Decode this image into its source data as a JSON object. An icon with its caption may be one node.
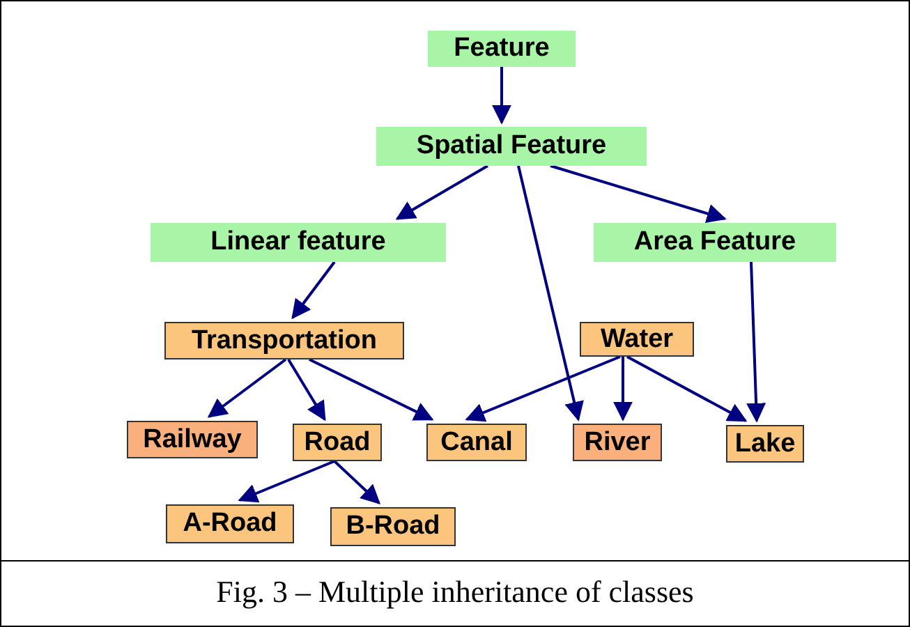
{
  "diagram": {
    "caption": "Fig. 3 – Multiple inheritance of classes",
    "nodes": [
      {
        "text": [
          "Feature"
        ]
      },
      {
        "text": [
          "Spatial Feature"
        ]
      },
      {
        "text": [
          "Linear feature"
        ]
      },
      {
        "text": [
          "Area Feature"
        ]
      },
      {
        "text": [
          "Transportation"
        ]
      },
      {
        "text": [
          "Water"
        ]
      },
      {
        "text": [
          "Railway"
        ]
      },
      {
        "text": [
          "Road"
        ]
      },
      {
        "text": [
          "Canal"
        ]
      },
      {
        "text": [
          "River"
        ]
      },
      {
        "text": [
          "Lake"
        ]
      },
      {
        "text": [
          "A-Road"
        ]
      },
      {
        "text": [
          "B-Road"
        ]
      }
    ],
    "edges": [
      {
        "from": 0,
        "to": 1,
        "arrow": "to"
      },
      {
        "from": 1,
        "to": 2,
        "arrow": "to"
      },
      {
        "from": 1,
        "to": 3,
        "arrow": "to"
      },
      {
        "from": 1,
        "to": 9,
        "arrow": "to"
      },
      {
        "from": 3,
        "to": 10,
        "arrow": "to"
      },
      {
        "from": 2,
        "to": 4,
        "arrow": "to"
      },
      {
        "from": 4,
        "to": 6,
        "arrow": "to"
      },
      {
        "from": 4,
        "to": 7,
        "arrow": "to"
      },
      {
        "from": 4,
        "to": 8,
        "arrow": "to"
      },
      {
        "from": 5,
        "to": 8,
        "arrow": "to"
      },
      {
        "from": 5,
        "to": 9,
        "arrow": "to"
      },
      {
        "from": 5,
        "to": 10,
        "arrow": "to"
      },
      {
        "from": 7,
        "to": 11,
        "arrow": "to"
      },
      {
        "from": 7,
        "to": 12,
        "arrow": "to"
      }
    ]
  }
}
